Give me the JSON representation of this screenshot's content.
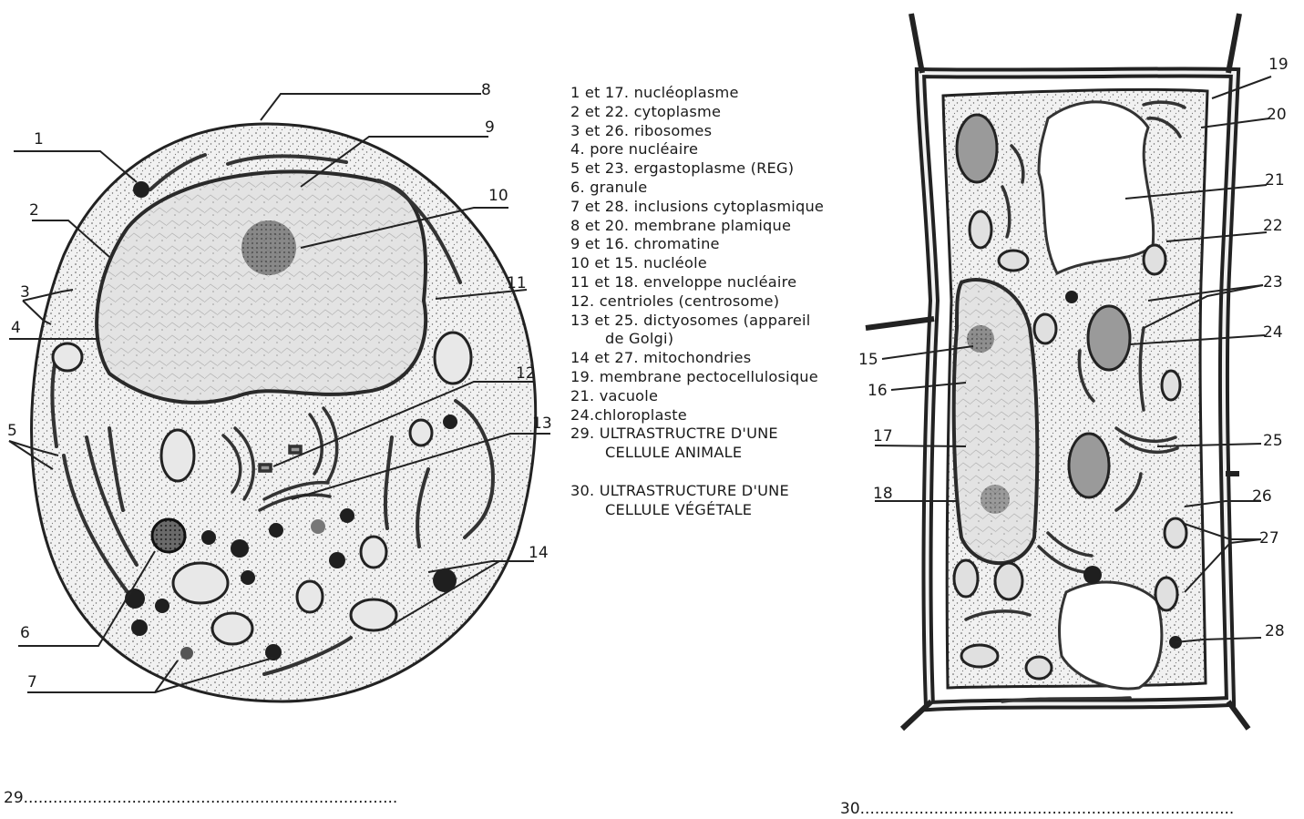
{
  "legend": {
    "items": [
      "1 et 17. nucléoplasme",
      "2 et 22. cytoplasme",
      "3 et 26. ribosomes",
      "4. pore nucléaire",
      "5 et 23. ergastoplasme (REG)",
      "6. granule",
      "7 et 28. inclusions cytoplasmique",
      "8 et 20. membrane plamique",
      "9 et 16. chromatine",
      "10 et 15. nucléole",
      "11 et 18. enveloppe nucléaire",
      "12. centrioles (centrosome)",
      "13 et 25. dictyosomes (appareil",
      "de Golgi)",
      "14 et 27. mitochondries",
      "19. membrane pectocellulosique",
      "21. vacuole",
      "24.chloroplaste",
      "29. ULTRASTRUCTRE D'UNE",
      "CELLULE ANIMALE",
      "30. ULTRASTRUCTURE D'UNE",
      "CELLULE VÉGÉTALE"
    ]
  },
  "animal_cell": {
    "labels": [
      "1",
      "2",
      "3",
      "4",
      "5",
      "6",
      "7",
      "8",
      "9",
      "10",
      "11",
      "12",
      "13",
      "14"
    ]
  },
  "plant_cell": {
    "labels": [
      "15",
      "16",
      "17",
      "18",
      "19",
      "20",
      "21",
      "22",
      "23",
      "24",
      "25",
      "26",
      "27",
      "28"
    ]
  },
  "footer": {
    "left": "29............................................................................",
    "right": "30............................................................................"
  }
}
